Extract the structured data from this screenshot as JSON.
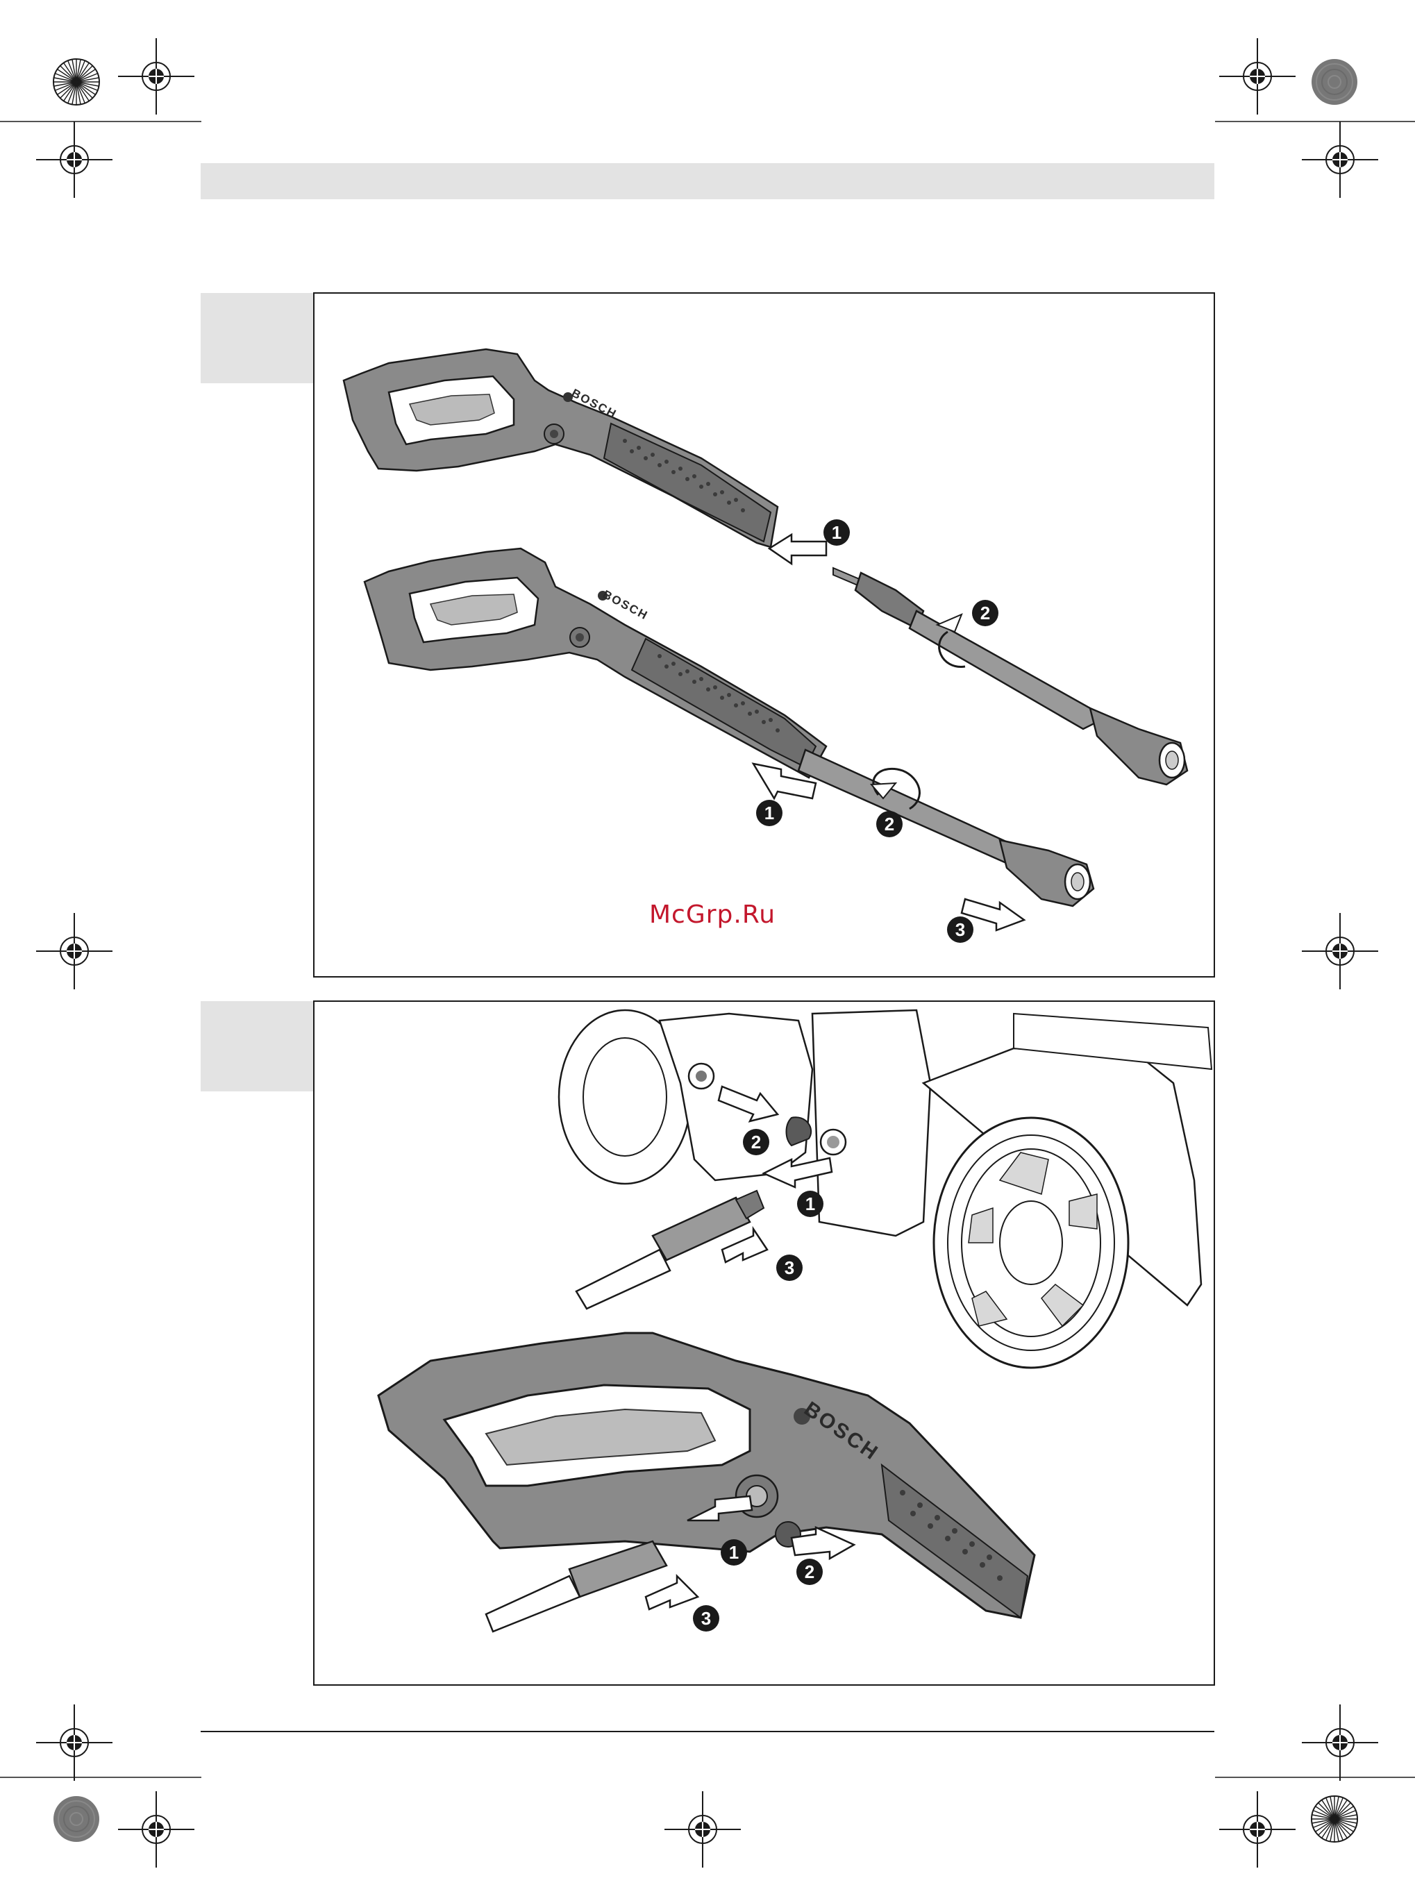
{
  "watermark": {
    "text": "McGrp.Ru",
    "color": "#c3172c"
  },
  "step_labels": [
    "1",
    "2",
    "3"
  ],
  "figure1": {
    "upper_assembly": {
      "callouts": [
        "1",
        "2"
      ]
    },
    "lower_assembly": {
      "callouts": [
        "1",
        "2",
        "3"
      ]
    },
    "brand_mark": "BOSCH"
  },
  "figure2": {
    "machine_connection": {
      "callouts": [
        "2",
        "1",
        "3"
      ]
    },
    "gun_connection": {
      "callouts": [
        "1",
        "2",
        "3"
      ]
    },
    "brand_mark": "BOSCH"
  },
  "colors": {
    "panel_gray": "#e3e3e3",
    "handle_body": "#8a8a8a",
    "handle_dark": "#5a5a5a",
    "line": "#1a1a1a"
  }
}
